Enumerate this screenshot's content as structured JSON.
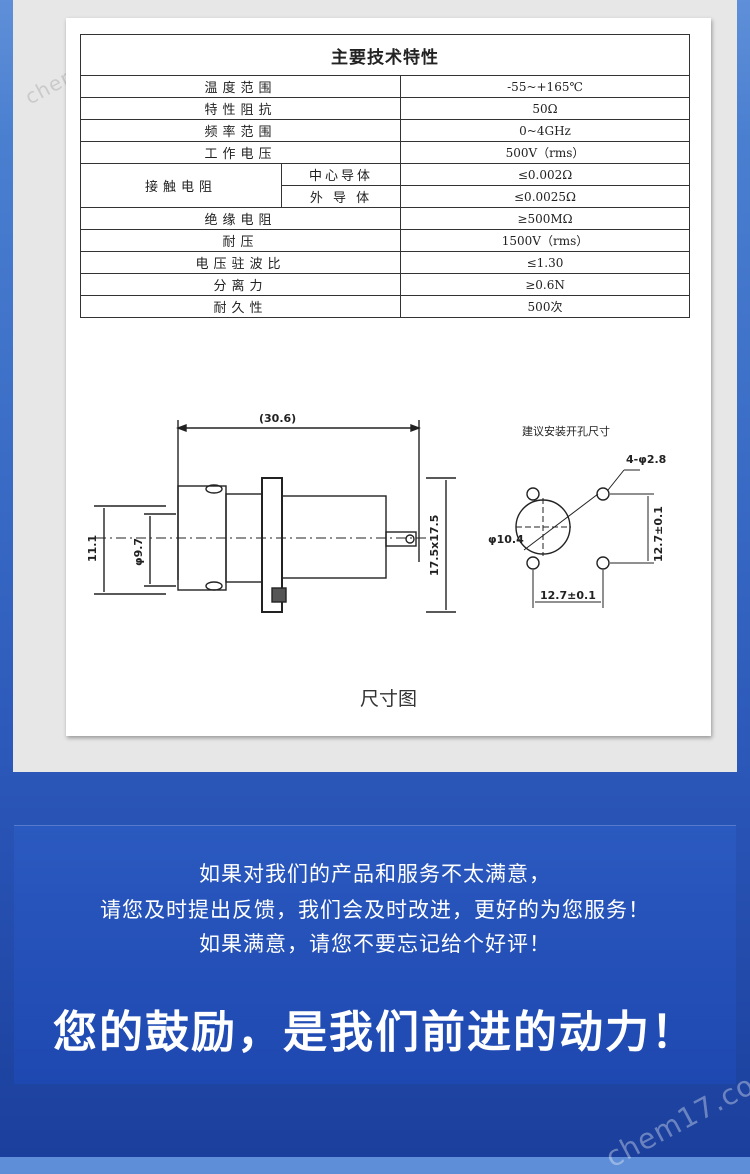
{
  "watermarks": {
    "top": "chem17.com",
    "bottom": "chem17.com"
  },
  "spec_table": {
    "title": "主要技术特性",
    "rows": [
      {
        "label": "温度范围",
        "value": "-55~+165℃"
      },
      {
        "label": "特性阻抗",
        "value": "50Ω"
      },
      {
        "label": "频率范围",
        "value": "0~4GHz"
      },
      {
        "label": "工作电压",
        "value": "500V（rms）"
      },
      {
        "label": "接触电阻",
        "sub_rows": [
          {
            "label": "中心导体",
            "value": "≤0.002Ω"
          },
          {
            "label": "外 导 体",
            "value": "≤0.0025Ω"
          }
        ]
      },
      {
        "label": "绝缘电阻",
        "value": "≥500MΩ"
      },
      {
        "label": "耐压",
        "value": "1500V（rms）"
      },
      {
        "label": "电压驻波比",
        "value": "≤1.30"
      },
      {
        "label": "分离力",
        "value": "≥0.6N"
      },
      {
        "label": "耐久性",
        "value": "500次"
      }
    ]
  },
  "drawing": {
    "dims": {
      "overall_length": "(30.6)",
      "height_outer": "11.1",
      "diameter_inner": "φ9.7",
      "flange": "17.5x17.5",
      "mount_title": "建议安装开孔尺寸",
      "hole_dia": "4-φ2.8",
      "center_dia": "φ10.4",
      "vertical_pitch": "12.7±0.1",
      "horizontal_pitch": "12.7±0.1"
    },
    "caption": "尺寸图"
  },
  "message": {
    "line1": "如果对我们的产品和服务不太满意，",
    "line2": "请您及时提出反馈，我们会及时改进，更好的为您服务！",
    "line3": "如果满意，请您不要忘记给个好评！",
    "slogan": "您的鼓励，是我们前进的动力！"
  }
}
